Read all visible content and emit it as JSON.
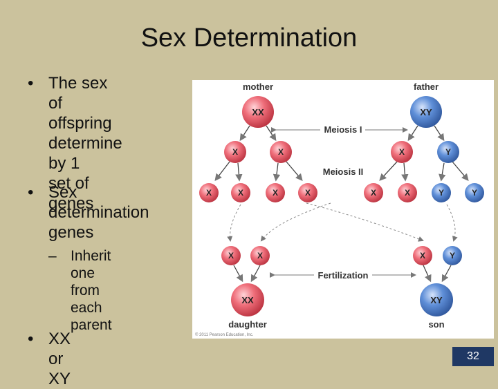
{
  "slide": {
    "title": "Sex Determination",
    "page_number": "32"
  },
  "bullets": [
    {
      "marker": "•",
      "text": "The sex of\noffspring\ndetermine by 1\nset of genes"
    },
    {
      "marker": "•",
      "text": "Sex\ndetermination\ngenes"
    },
    {
      "marker": "•",
      "text": "XX or XY"
    }
  ],
  "sub_bullets": [
    {
      "marker": "–",
      "text": "Inherit one\nfrom each\nparent"
    }
  ],
  "diagram": {
    "mother_label": "mother",
    "father_label": "father",
    "daughter_label": "daughter",
    "son_label": "son",
    "meiosis1_label": "Meiosis I",
    "meiosis2_label": "Meiosis II",
    "fertilization_label": "Fertilization",
    "copyright": "© 2011 Pearson Education, Inc.",
    "colors": {
      "female": "#e0515f",
      "male": "#3f6fbf"
    },
    "parents": {
      "mother": "XX",
      "father": "XY"
    },
    "meiosis1_cells": [
      "X",
      "X",
      "X",
      "Y"
    ],
    "meiosis2_cells": [
      "X",
      "X",
      "X",
      "X",
      "X",
      "X",
      "Y",
      "Y"
    ],
    "fertilization_pairs": [
      "X",
      "X",
      "X",
      "Y"
    ],
    "offspring": {
      "daughter": "XX",
      "son": "XY"
    }
  }
}
